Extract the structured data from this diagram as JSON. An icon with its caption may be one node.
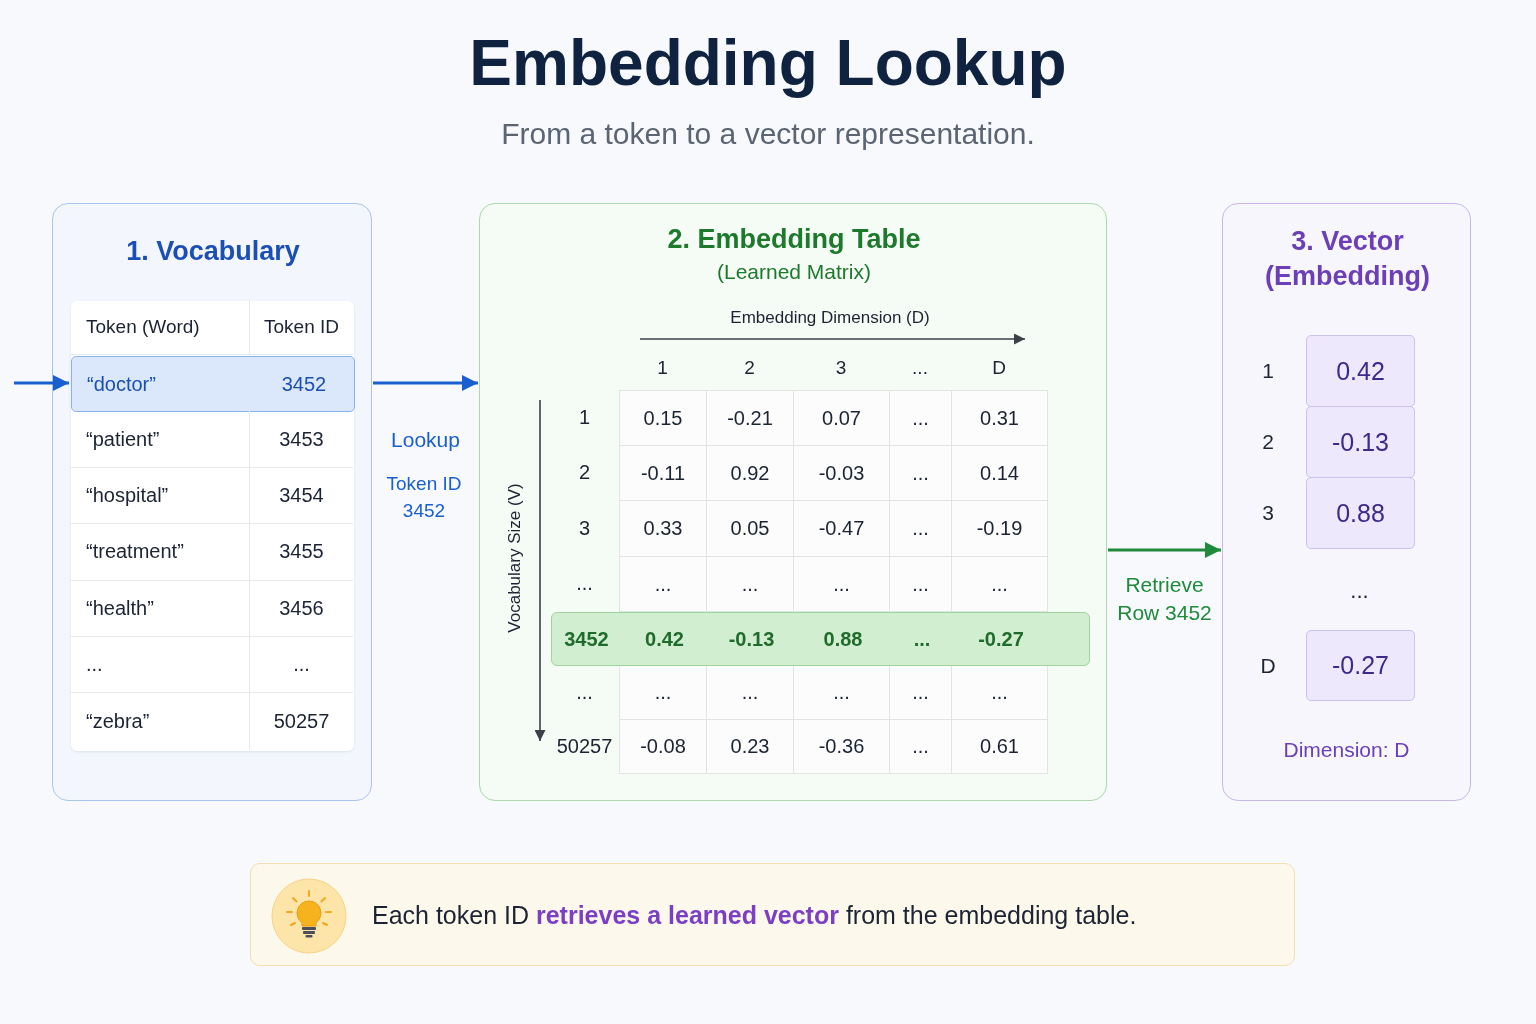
{
  "diagram": {
    "title": "Embedding Lookup",
    "nodes": [
      {
        "text": [
          "1. Vocabulary"
        ]
      },
      {
        "text": [
          "“doctor”",
          "3452"
        ],
        "in": 0
      },
      {
        "text": [
          "2. Embedding Table",
          "(Learned Matrix)"
        ]
      },
      {
        "text": [
          "3452",
          "0.42",
          "-0.13",
          "0.88",
          "...",
          "-0.27"
        ],
        "in": 2
      },
      {
        "text": [
          "3. Vector (Embedding)"
        ]
      },
      {
        "text": [
          "0.42"
        ],
        "in": 4,
        "beside": [
          "1"
        ]
      },
      {
        "text": [
          "-0.13"
        ],
        "in": 4,
        "beside": [
          "2"
        ]
      },
      {
        "text": [
          "0.88"
        ],
        "in": 4,
        "beside": [
          "3"
        ]
      },
      {
        "text": [
          "-0.27"
        ],
        "in": 4,
        "beside": [
          "D"
        ]
      },
      {
        "text": [
          "Each token ID **retrieves a learned vector** from the embedding table."
        ]
      }
    ],
    "edges": [
      {
        "from": null,
        "to": 1,
        "arrow": "to"
      },
      {
        "from": 0,
        "to": 2,
        "arrow": "to",
        "label": "Lookup"
      },
      {
        "from": 2,
        "to": 4,
        "arrow": "to",
        "label": "Retrieve Row 3452",
        "color": "#1e8a3c"
      }
    ],
    "labels": [
      "From a token to a vector representation.",
      "Token (Word)",
      "Token ID",
      "“patient”",
      "3453",
      "“hospital”",
      "3454",
      "“treatment”",
      "3455",
      "“health”",
      "3456",
      "...",
      "...",
      "“zebra”",
      "50257",
      "Token ID 3452",
      "Embedding Dimension (D)",
      "1",
      "2",
      "3",
      "...",
      "D",
      "Vocabulary Size (V)",
      "1",
      "0.15",
      "-0.21",
      "0.07",
      "...",
      "0.31",
      "2",
      "-0.11",
      "0.92",
      "-0.03",
      "...",
      "0.14",
      "3",
      "0.33",
      "0.05",
      "-0.47",
      "...",
      "-0.19",
      "...",
      "...",
      "...",
      "...",
      "...",
      "...",
      "...",
      "...",
      "...",
      "...",
      "...",
      "...",
      "50257",
      "-0.08",
      "0.23",
      "-0.36",
      "...",
      "0.61",
      "...",
      "Dimension: D"
    ]
  }
}
